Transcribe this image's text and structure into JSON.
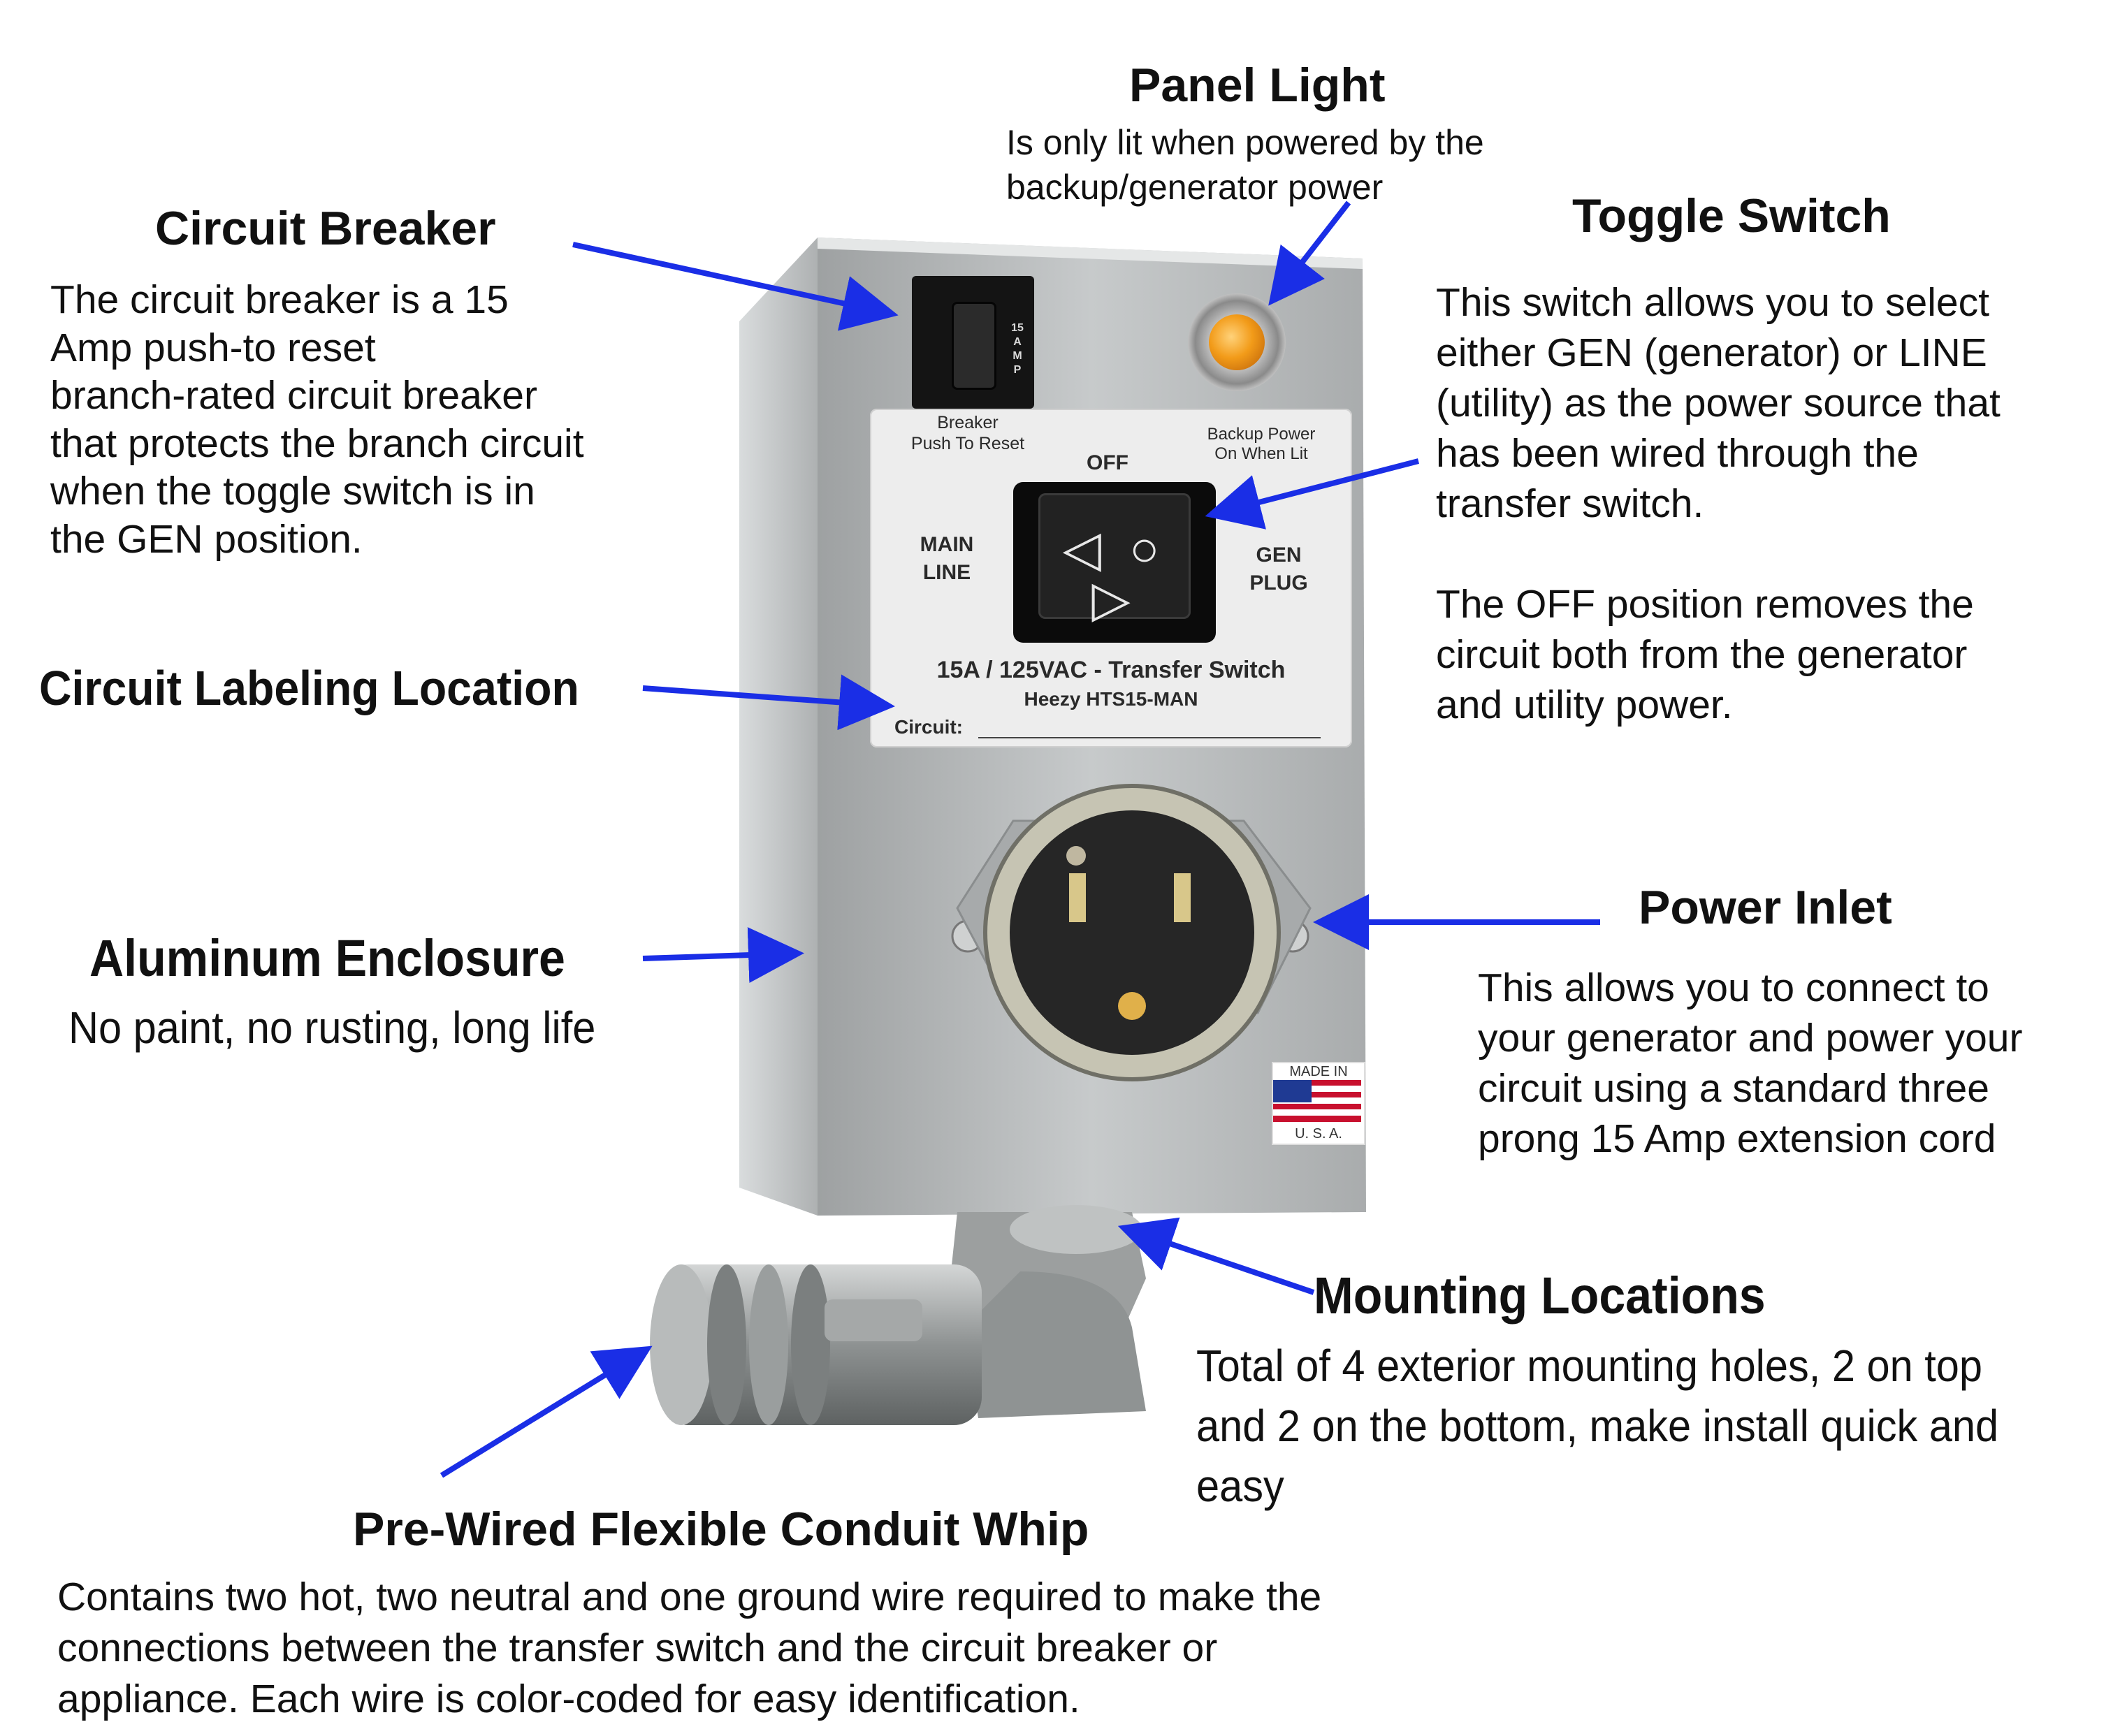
{
  "panel_light": {
    "title": "Panel Light",
    "desc": "Is only lit when powered by the\nbackup/generator power"
  },
  "circuit_breaker": {
    "title": "Circuit Breaker",
    "desc": "The circuit breaker is a 15\nAmp push-to reset\nbranch-rated circuit breaker\nthat protects the branch circuit\nwhen the toggle switch is in\nthe GEN position."
  },
  "toggle_switch": {
    "title": "Toggle Switch",
    "desc": "This switch allows you to select\neither GEN (generator) or LINE\n(utility) as the power source that\nhas been wired through the\ntransfer switch.\n\nThe OFF position removes the\ncircuit both from the generator\nand utility power."
  },
  "circuit_labeling": {
    "title": "Circuit Labeling Location"
  },
  "aluminum_enclosure": {
    "title": "Aluminum Enclosure",
    "desc": "No paint, no rusting, long life"
  },
  "power_inlet": {
    "title": "Power Inlet",
    "desc": "This allows you to connect to\nyour generator and power your\ncircuit using a standard three\nprong 15 Amp extension cord"
  },
  "mounting_locations": {
    "title": "Mounting Locations",
    "desc": "Total of 4 exterior mounting holes, 2 on top\nand 2 on the bottom, make install quick and easy"
  },
  "conduit_whip": {
    "title": "Pre-Wired Flexible Conduit Whip",
    "desc": "Contains two hot, two neutral and one ground wire required to make the\nconnections between the transfer switch and the circuit breaker or\nappliance. Each wire is color-coded for easy identification."
  },
  "device": {
    "breaker_amp": "15\nA\nM\nP",
    "breaker_label": "Breaker\nPush To Reset",
    "lamp_label": "Backup Power\nOn When Lit",
    "off_label": "OFF",
    "main_line_label": "MAIN\nLINE",
    "gen_plug_label": "GEN\nPLUG",
    "rating": "15A / 125VAC - Transfer Switch",
    "model": "Heezy HTS15-MAN",
    "circuit_field": "Circuit:",
    "made_in": "MADE IN",
    "usa": "U. S. A.",
    "rocker_symbols": "◁ ○ ▷"
  },
  "colors": {
    "arrow": "#1a2ee6",
    "lamp": "#f29b19",
    "enclosure": "#b9bcbd"
  }
}
